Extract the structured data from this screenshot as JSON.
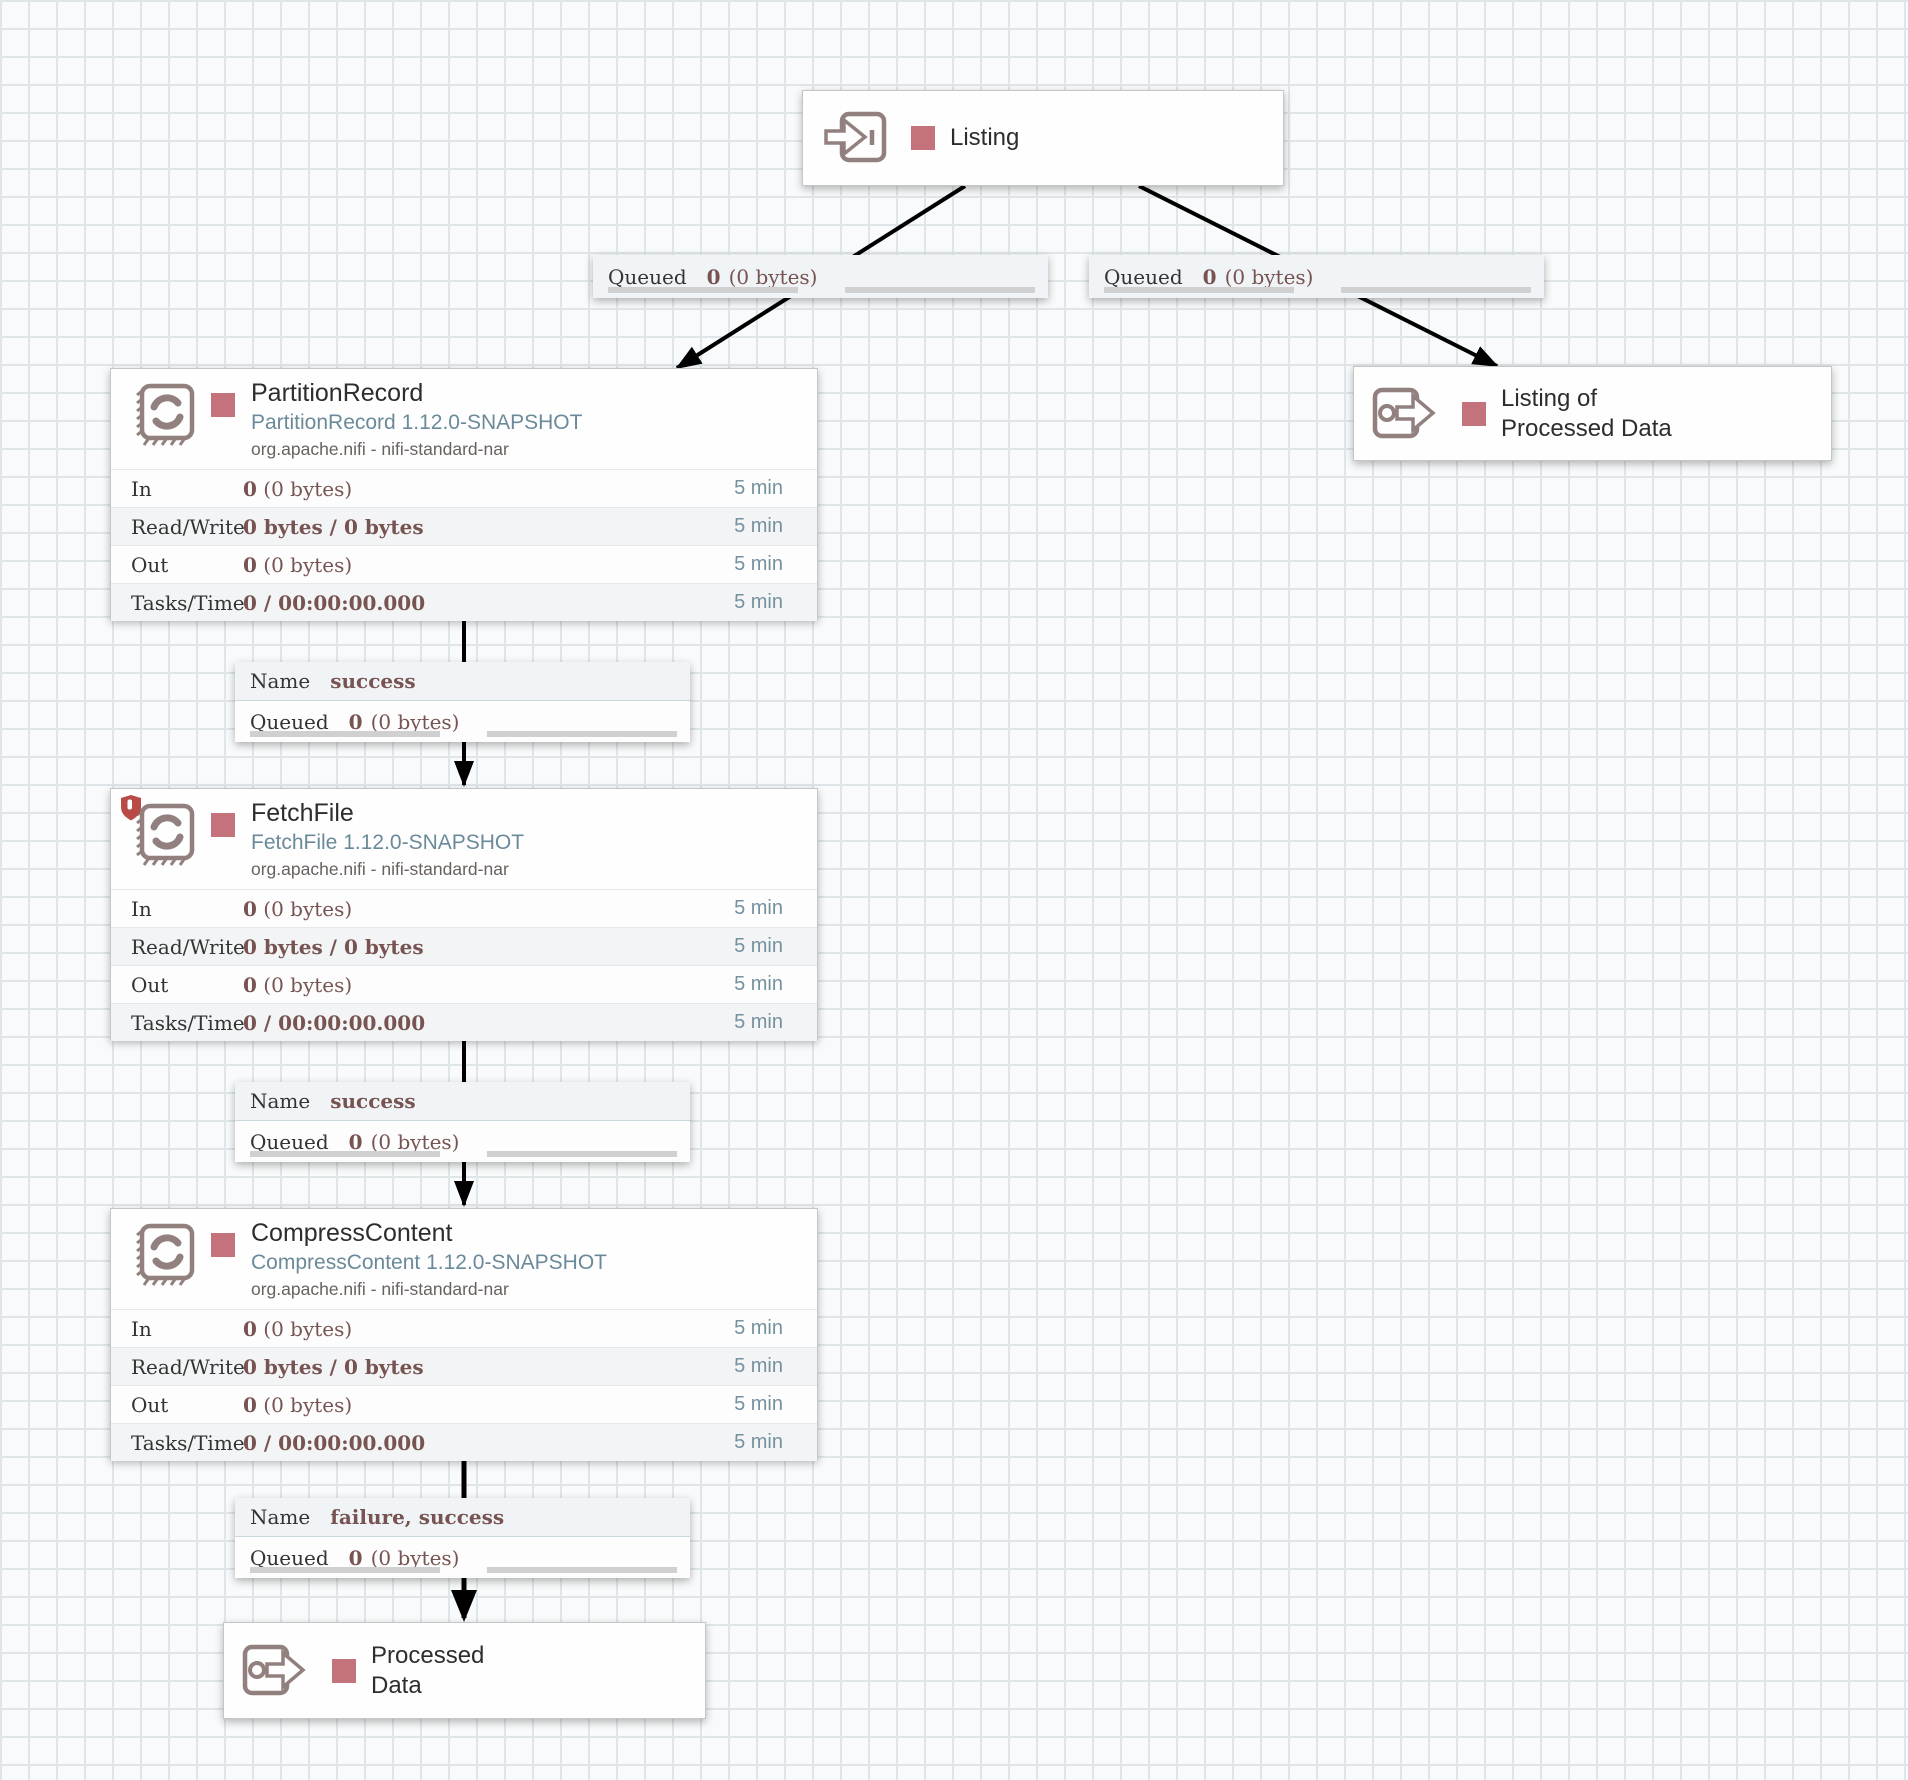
{
  "colors": {
    "stopped": "#c4737c",
    "shield": "#b84b47",
    "icon": "#92807e",
    "value": "#775351",
    "time": "#75909f",
    "title": "#2d2d2d",
    "type": "#6b8a99"
  },
  "components": {
    "input_port": {
      "title": "Listing"
    },
    "output_ports": [
      {
        "title": "Listing of Processed Data"
      },
      {
        "title": "Processed Data"
      }
    ],
    "processors": [
      {
        "title": "PartitionRecord",
        "type": "PartitionRecord 1.12.0-SNAPSHOT",
        "bundle": "org.apache.nifi - nifi-standard-nar",
        "stats": [
          {
            "label": "In",
            "bold": "0",
            "rest": " (0 bytes)",
            "time": "5 min"
          },
          {
            "label": "Read/Write",
            "bold": "0 bytes / 0 bytes",
            "rest": "",
            "time": "5 min"
          },
          {
            "label": "Out",
            "bold": "0",
            "rest": " (0 bytes)",
            "time": "5 min"
          },
          {
            "label": "Tasks/Time",
            "bold": "0 / 00:00:00.000",
            "rest": "",
            "time": "5 min"
          }
        ]
      },
      {
        "title": "FetchFile",
        "type": "FetchFile 1.12.0-SNAPSHOT",
        "bundle": "org.apache.nifi - nifi-standard-nar",
        "stats": [
          {
            "label": "In",
            "bold": "0",
            "rest": " (0 bytes)",
            "time": "5 min"
          },
          {
            "label": "Read/Write",
            "bold": "0 bytes / 0 bytes",
            "rest": "",
            "time": "5 min"
          },
          {
            "label": "Out",
            "bold": "0",
            "rest": " (0 bytes)",
            "time": "5 min"
          },
          {
            "label": "Tasks/Time",
            "bold": "0 / 00:00:00.000",
            "rest": "",
            "time": "5 min"
          }
        ]
      },
      {
        "title": "CompressContent",
        "type": "CompressContent 1.12.0-SNAPSHOT",
        "bundle": "org.apache.nifi - nifi-standard-nar",
        "stats": [
          {
            "label": "In",
            "bold": "0",
            "rest": " (0 bytes)",
            "time": "5 min"
          },
          {
            "label": "Read/Write",
            "bold": "0 bytes / 0 bytes",
            "rest": "",
            "time": "5 min"
          },
          {
            "label": "Out",
            "bold": "0",
            "rest": " (0 bytes)",
            "time": "5 min"
          },
          {
            "label": "Tasks/Time",
            "bold": "0 / 00:00:00.000",
            "rest": "",
            "time": "5 min"
          }
        ]
      }
    ]
  },
  "connections": [
    {
      "queued": {
        "label": "Queued",
        "count": "0",
        "size": "(0 bytes)"
      }
    },
    {
      "queued": {
        "label": "Queued",
        "count": "0",
        "size": "(0 bytes)"
      }
    },
    {
      "name": {
        "label": "Name",
        "value": "success"
      },
      "queued": {
        "label": "Queued",
        "count": "0",
        "size": "(0 bytes)"
      }
    },
    {
      "name": {
        "label": "Name",
        "value": "success"
      },
      "queued": {
        "label": "Queued",
        "count": "0",
        "size": "(0 bytes)"
      }
    },
    {
      "name": {
        "label": "Name",
        "value": "failure, success"
      },
      "queued": {
        "label": "Queued",
        "count": "0",
        "size": "(0 bytes)"
      }
    }
  ]
}
